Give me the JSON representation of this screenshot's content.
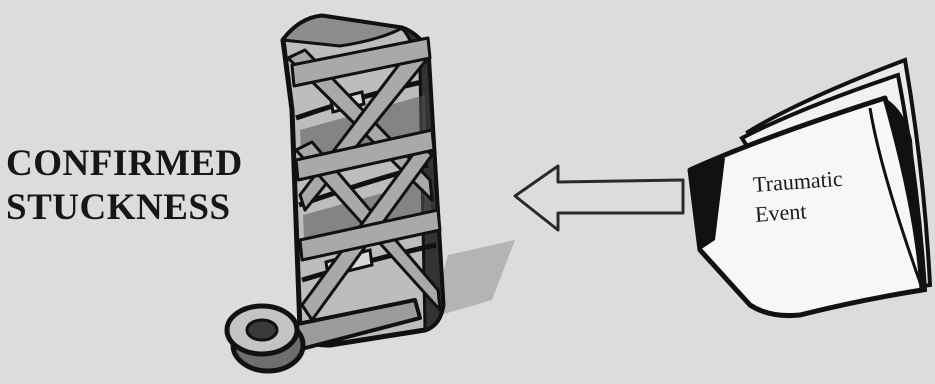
{
  "stuck_label": {
    "line1": "CONFIRMED",
    "line2": "STUCKNESS"
  },
  "document": {
    "line1": "Traumatic",
    "line2": "Event"
  },
  "icons": {
    "cabinet": "taped-filing-cabinet-icon",
    "tape": "tape-roll-icon",
    "arrow": "left-arrow-icon",
    "document": "curled-document-icon"
  },
  "colors": {
    "background": "#dcdcdc",
    "cabinet_light": "#b9b9b9",
    "cabinet_dark": "#4a4a4a",
    "outline": "#111111"
  }
}
